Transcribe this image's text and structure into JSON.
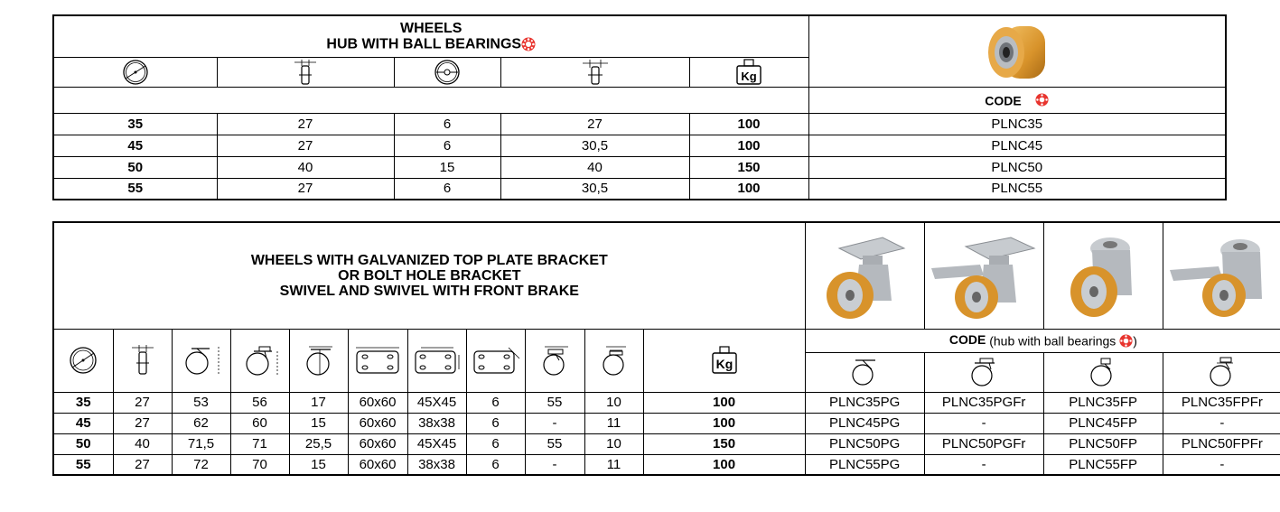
{
  "table1": {
    "title_line1": "WHEELS",
    "title_line2": "HUB WITH BALL BEARINGS",
    "code_label": "CODE",
    "header_icons": [
      "wheel-diameter-icon",
      "wheel-width-icon",
      "axle-hole-diameter-icon",
      "hub-length-icon",
      "load-weight-icon"
    ],
    "kg_label": "Kg",
    "rows": [
      {
        "d": "35",
        "w": "27",
        "axle": "6",
        "hub": "27",
        "load": "100",
        "code": "PLNC35"
      },
      {
        "d": "45",
        "w": "27",
        "axle": "6",
        "hub": "30,5",
        "load": "100",
        "code": "PLNC45"
      },
      {
        "d": "50",
        "w": "40",
        "axle": "15",
        "hub": "40",
        "load": "150",
        "code": "PLNC50"
      },
      {
        "d": "55",
        "w": "27",
        "axle": "6",
        "hub": "30,5",
        "load": "100",
        "code": "PLNC55"
      }
    ]
  },
  "table2": {
    "title_line1": "WHEELS WITH GALVANIZED TOP PLATE BRACKET",
    "title_line2": "OR BOLT HOLE BRACKET",
    "title_line3": "SWIVEL AND SWIVEL WITH FRONT BRAKE",
    "code_label": "CODE",
    "code_note": "(hub with ball bearings ",
    "code_note_end": ")",
    "kg_label": "Kg",
    "header_icons": [
      "wheel-diameter-icon",
      "wheel-width-icon",
      "overall-height-icon",
      "height-icon",
      "offset-icon",
      "plate-size-icon",
      "bolt-spacing-icon",
      "bolt-hole-icon",
      "bolt-hole-height-icon",
      "bolt-hole-width-icon",
      "load-weight-icon"
    ],
    "code_icons": [
      "swivel-plate-icon",
      "swivel-plate-brake-icon",
      "bolt-hole-icon",
      "bolt-hole-brake-icon"
    ],
    "rows": [
      {
        "cells": [
          "35",
          "27",
          "53",
          "56",
          "17",
          "60x60",
          "45X45",
          "6",
          "55",
          "10",
          "100"
        ],
        "codes": [
          "PLNC35PG",
          "PLNC35PGFr",
          "PLNC35FP",
          "PLNC35FPFr"
        ]
      },
      {
        "cells": [
          "45",
          "27",
          "62",
          "60",
          "15",
          "60x60",
          "38x38",
          "6",
          "-",
          "11",
          "100"
        ],
        "codes": [
          "PLNC45PG",
          "-",
          "PLNC45FP",
          "-"
        ]
      },
      {
        "cells": [
          "50",
          "40",
          "71,5",
          "71",
          "25,5",
          "60x60",
          "45X45",
          "6",
          "55",
          "10",
          "150"
        ],
        "codes": [
          "PLNC50PG",
          "PLNC50PGFr",
          "PLNC50FP",
          "PLNC50FPFr"
        ]
      },
      {
        "cells": [
          "55",
          "27",
          "72",
          "70",
          "15",
          "60x60",
          "38x38",
          "6",
          "-",
          "11",
          "100"
        ],
        "codes": [
          "PLNC55PG",
          "-",
          "PLNC55FP",
          "-"
        ]
      }
    ]
  },
  "colors": {
    "bearing_red": "#e8342e",
    "polyurethane_orange": "#d8932b",
    "metal_grey": "#9a9ea3"
  }
}
